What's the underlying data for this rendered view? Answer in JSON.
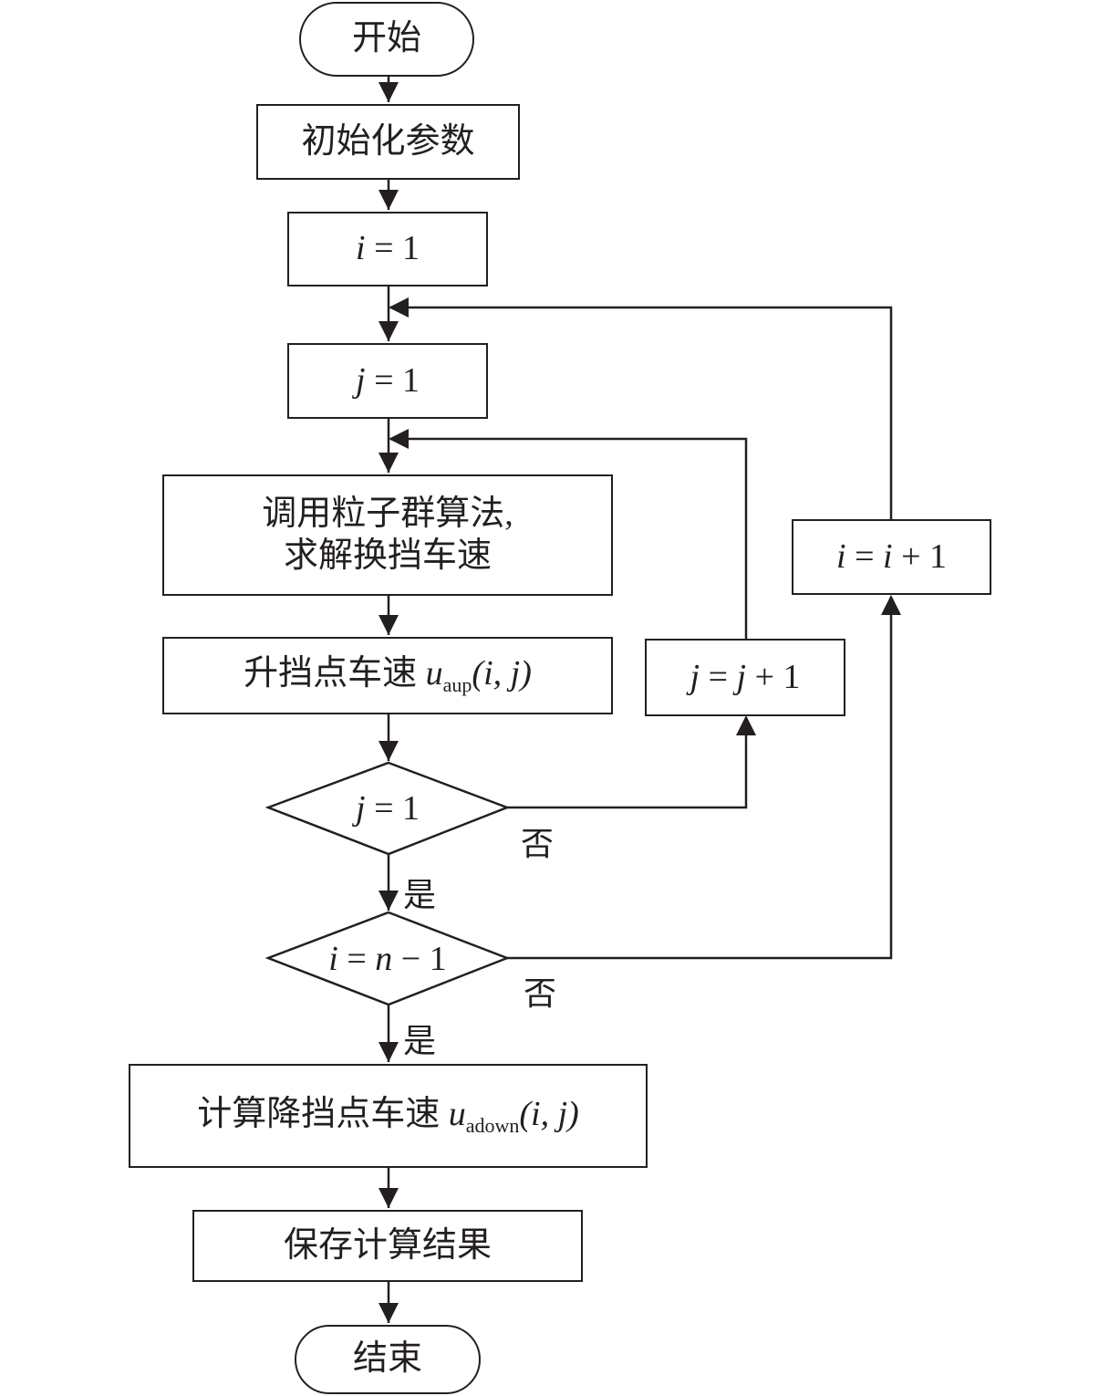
{
  "nodes": {
    "start": "开始",
    "init": "初始化参数",
    "i_init": {
      "var": "i",
      "rest": " = 1"
    },
    "j_init": {
      "var": "j",
      "rest": " = 1"
    },
    "pso_line1": "调用粒子群算法,",
    "pso_line2": "求解换挡车速",
    "upshift": {
      "text": "升挡点车速 ",
      "u": "u",
      "sub": "aup",
      "args": "(i, j)"
    },
    "cond_j": {
      "var": "j",
      "rest": " = 1"
    },
    "cond_i": {
      "lhs": "i",
      "mid": " = ",
      "n": "n",
      "rest": " − 1"
    },
    "downshift": {
      "text": "计算降挡点车速 ",
      "u": "u",
      "sub": "adown",
      "args": "(i, j)"
    },
    "save": "保存计算结果",
    "end": "结束",
    "j_inc": {
      "a": "j",
      "b": " = ",
      "c": "j",
      "d": " + 1"
    },
    "i_inc": {
      "a": "i",
      "b": " = ",
      "c": "i",
      "d": " + 1"
    }
  },
  "labels": {
    "yes": "是",
    "no": "否"
  }
}
